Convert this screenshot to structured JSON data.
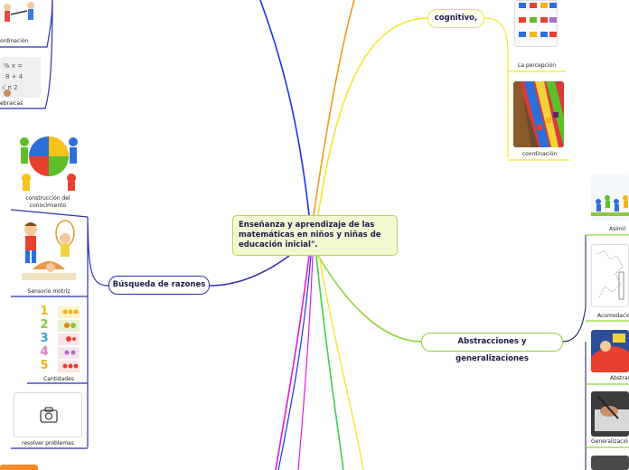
{
  "central": {
    "label": "Enseñanza y aprendizaje de las matemáticas en niños y niñas de educación inicial\"."
  },
  "branches": {
    "cognitivo": {
      "label": "cognitivo,"
    },
    "busqueda": {
      "label": "Búsqueda de razones"
    },
    "abstracciones": {
      "label": "Abstracciones y generalizaciones"
    }
  },
  "captions": {
    "coordinacion_top": "ordinación",
    "algebraicas": "ebraicas",
    "construccion": "construcción del conocimiento",
    "sensorio": "Sensorio motriz",
    "cantidades": "Cantidades",
    "resolver": "resolver problemas",
    "percepcion": "La percepción",
    "coordinacion_right": "coordinación",
    "asimilacion": "Asimil",
    "acomodacion": "Acomodació",
    "abstraccion": "Abstrac",
    "generalizacion": "Generalizació"
  },
  "counting": {
    "numbers": [
      "1",
      "2",
      "3",
      "4",
      "5"
    ],
    "number_colors": [
      "#f2b51b",
      "#8ec63f",
      "#37a7d8",
      "#e678c6",
      "#f2b51b"
    ]
  },
  "colors": {
    "link_cognitivo": "#f2e62b",
    "link_busqueda": "#2f2fb3",
    "link_abstracciones": "#8fd43a",
    "link_blue": "#1c32e8",
    "link_orange": "#f59a1a",
    "link_magenta": "#e21ad8"
  }
}
